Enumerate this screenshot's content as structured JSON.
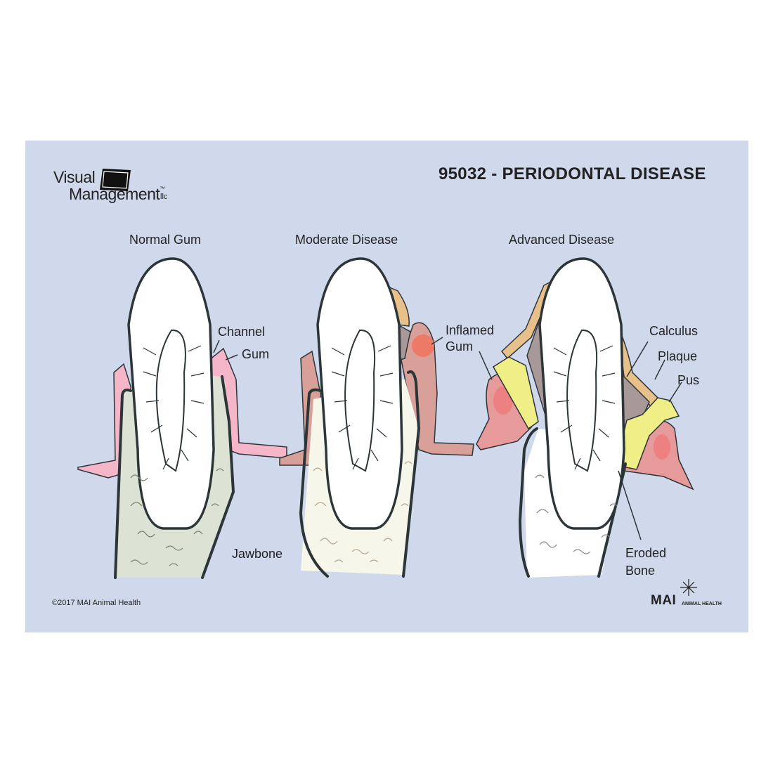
{
  "title": "95032 - PERIODONTAL DISEASE",
  "logo": {
    "line1": "Visual",
    "line2": "Management",
    "suffix": "llc",
    "tm": "™"
  },
  "panels": [
    {
      "heading": "Normal Gum"
    },
    {
      "heading": "Moderate Disease"
    },
    {
      "heading": "Advanced Disease"
    }
  ],
  "labels": {
    "channel": "Channel",
    "gum": "Gum",
    "jawbone": "Jawbone",
    "inflamed_line1": "Inflamed",
    "inflamed_line2": "Gum",
    "calculus": "Calculus",
    "plaque": "Plaque",
    "pus": "Pus",
    "eroded_line1": "Eroded",
    "eroded_line2": "Bone"
  },
  "copyright": "©2017 MAI Animal Health",
  "brand": {
    "name": "MAI",
    "sub": "ANIMAL HEALTH"
  },
  "colors": {
    "background": "#d0d9eb",
    "outline": "#2c3538",
    "gum_normal": "#f4b6c8",
    "gum_inflamed": "#d9a09a",
    "calculus": "#e8c18a",
    "plaque": "#a89898",
    "pus": "#f0ee86",
    "bone_normal": "#dde3d4",
    "bone_disease": "#f7f6ea"
  }
}
